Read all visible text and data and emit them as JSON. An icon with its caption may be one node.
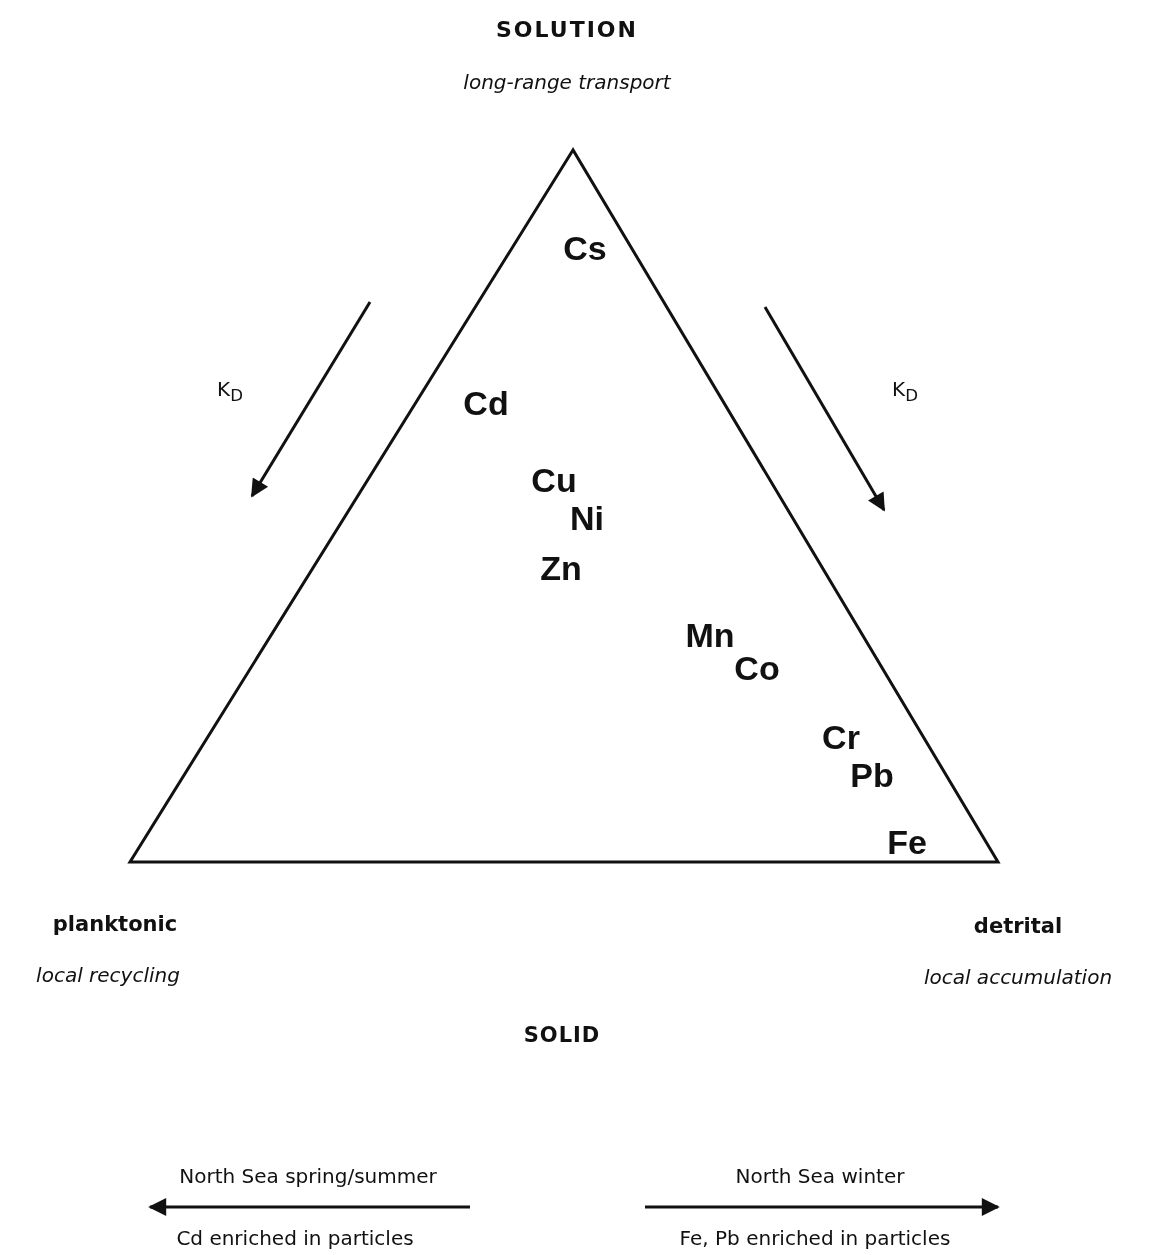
{
  "diagram": {
    "nodes": [
      {
        "text": [
          "Cs",
          "Cd",
          "Cu",
          "Ni",
          "Zn",
          "Mn",
          "Co",
          "Cr",
          "Pb",
          "Fe"
        ]
      }
    ],
    "edges": [],
    "labels": [
      "SOLUTION",
      "long-range transport",
      "K$_{D}$",
      "K$_{D}$",
      "planktonic",
      "local recycling",
      "detrital",
      "local accumulation",
      "SOLID",
      "North Sea spring/summer",
      "Cd enriched in particles",
      "North Sea winter",
      "Fe, Pb enriched in particles"
    ]
  }
}
